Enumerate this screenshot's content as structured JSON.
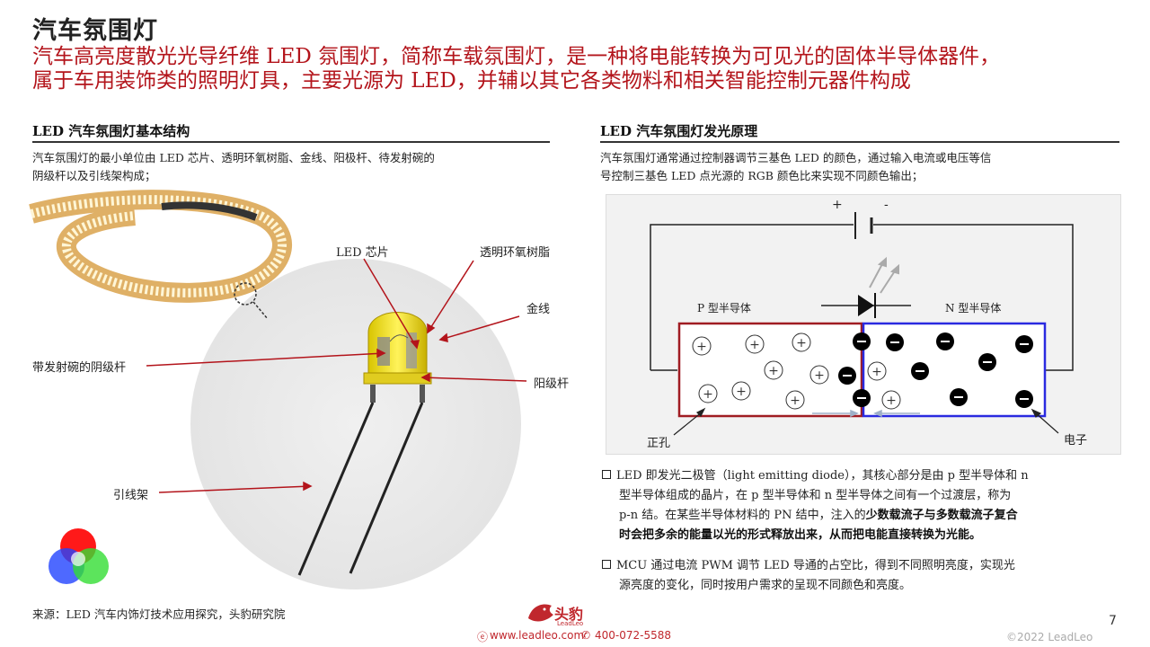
{
  "header": {
    "title": "汽车氛围灯",
    "subtitle_line1": "汽车高亮度散光光导纤维 LED 氛围灯，简称车载氛围灯，是一种将电能转换为可见光的固体半导体器件，",
    "subtitle_line2": "属于车用装饰类的照明灯具，主要光源为 LED，并辅以其它各类物料和相关智能控制元器件构成"
  },
  "left_section": {
    "heading": "LED 汽车氛围灯基本结构",
    "description_line1": "汽车氛围灯的最小单位由 LED 芯片、透明环氧树脂、金线、阳极杆、待发射碗的",
    "description_line2": "阴级杆以及引线架构成；",
    "callouts": {
      "led_chip": "LED 芯片",
      "epoxy": "透明环氧树脂",
      "gold_wire": "金线",
      "cathode": "带发射碗的阴级杆",
      "anode": "阳级杆",
      "lead_frame": "引线架"
    }
  },
  "right_section": {
    "heading": "LED 汽车氛围灯发光原理",
    "description_line1": "汽车氛围灯通常通过控制器调节三基色 LED 的颜色，通过输入电流或电压等信",
    "description_line2": "号控制三基色 LED 点光源的 RGB 颜色比来实现不同颜色输出；",
    "diagram": {
      "plus_label": "+",
      "minus_label": "-",
      "p_label": "P 型半导体",
      "n_label": "N 型半导体",
      "hole_label": "正孔",
      "electron_label": "电子"
    },
    "bullets": [
      {
        "line1": "LED 即发光二极管（light emitting diode），其核心部分是由 p 型半导体和 n",
        "line2": "型半导体组成的晶片，在 p 型半导体和 n 型半导体之间有一个过渡层，称为",
        "line3_plain": "p-n 结。在某些半导体材料的 PN 结中，注入的",
        "line3_bold": "少数载流子与多数载流子复合",
        "line4_bold": "时会把多余的能量以光的形式释放出来，从而把电能直接转换为光能。"
      },
      {
        "line1": "MCU 通过电流 PWM 调节 LED 导通的占空比，得到不同照明亮度，实现光",
        "line2": "源亮度的变化，同时按用户需求的呈现不同颜色和亮度。"
      }
    ]
  },
  "footer": {
    "source": "来源：LED 汽车内饰灯技术应用探究，头豹研究院",
    "logo_name": "头豹",
    "logo_sub": "LeadLeo",
    "website": "www.leadleo.com",
    "phone": "400-072-5588",
    "page_number": "7",
    "copyright": "©2022 LeadLeo"
  },
  "colors": {
    "accent_red": "#b3141b",
    "p_region": "#a01c22",
    "n_region": "#2a2ae0"
  }
}
